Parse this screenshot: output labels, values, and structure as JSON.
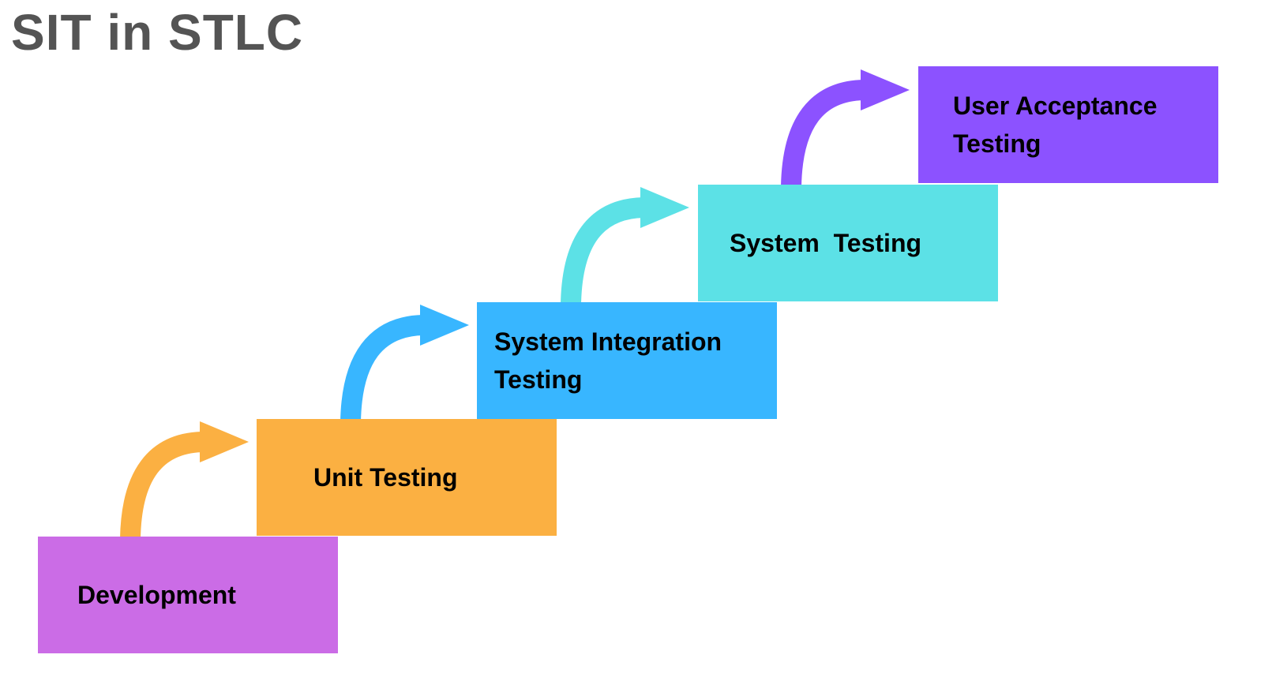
{
  "title": {
    "text": "SIT in STLC",
    "color": "#545454"
  },
  "diagram": {
    "type": "staircase-process-flow",
    "steps": [
      {
        "label": "Development",
        "box_color": "#CB6CE6"
      },
      {
        "label": "Unit Testing",
        "box_color": "#FBB042"
      },
      {
        "label": "System Integration Testing",
        "box_color": "#38B6FF"
      },
      {
        "label": "System  Testing",
        "box_color": "#5CE1E6"
      },
      {
        "label": "User Acceptance Testing",
        "box_color": "#8C52FF"
      }
    ],
    "arrows": [
      {
        "from": "Development",
        "to": "Unit Testing",
        "color": "#FBB042"
      },
      {
        "from": "Unit Testing",
        "to": "System Integration Testing",
        "color": "#38B6FF"
      },
      {
        "from": "System Integration Testing",
        "to": "System  Testing",
        "color": "#5CE1E6"
      },
      {
        "from": "System  Testing",
        "to": "User Acceptance Testing",
        "color": "#8C52FF"
      }
    ],
    "text_color": "#000000"
  }
}
